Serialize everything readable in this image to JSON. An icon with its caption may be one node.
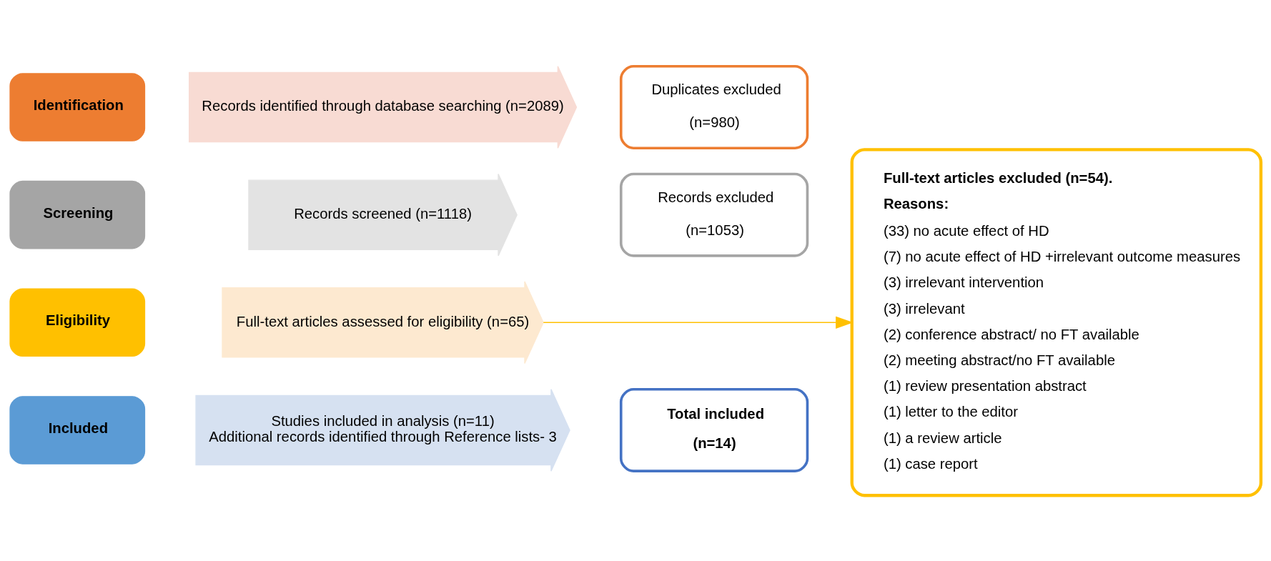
{
  "diagram": {
    "nodes": [
      {
        "text": [
          "Identification"
        ]
      },
      {
        "text": [
          "Records identified through database searching (n=2089)"
        ]
      },
      {
        "text": [
          "Duplicates excluded",
          "(n=980)"
        ]
      },
      {
        "text": [
          "Screening"
        ]
      },
      {
        "text": [
          "Records screened (n=1118)"
        ]
      },
      {
        "text": [
          "Records excluded",
          "(n=1053)"
        ]
      },
      {
        "text": [
          "Eligibility"
        ]
      },
      {
        "text": [
          "Full-text articles assessed for eligibility (n=65)"
        ]
      },
      {
        "text": [
          "Included"
        ]
      },
      {
        "text": [
          "Studies included in analysis (n=11)",
          "Additional records identified through Reference lists- 3"
        ]
      },
      {
        "text": [
          "Total included",
          "(n=14)"
        ]
      },
      {
        "text": [
          "Full-text articles excluded (n=54).",
          "Reasons:",
          "(33) no acute effect of HD",
          "(7) no acute effect of HD +irrelevant outcome measures",
          "(3) irrelevant intervention",
          "(3) irrelevant",
          "(2) conference abstract/ no FT available",
          "(2) meeting abstract/no FT available",
          "(1) review presentation abstract",
          "(1) letter to the editor",
          "(1) a review article",
          "(1) case report"
        ]
      }
    ],
    "edges": [
      {
        "from": 7,
        "to": 11,
        "arrow": "to",
        "color": "#ffc000"
      }
    ]
  }
}
